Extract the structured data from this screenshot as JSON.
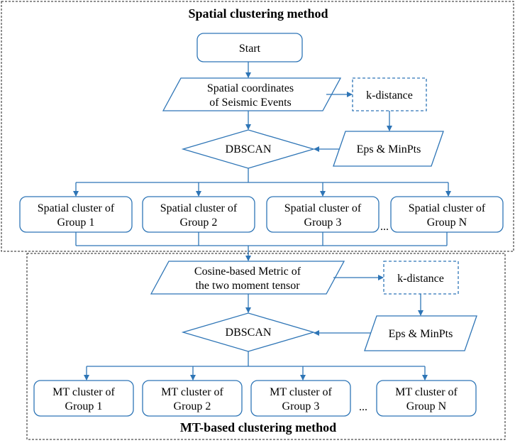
{
  "sections": {
    "spatial_title": "Spatial clustering method",
    "mt_title": "MT-based clustering method"
  },
  "spatial": {
    "start": "Start",
    "coords": [
      "Spatial coordinates",
      "of Seismic Events"
    ],
    "kdistance": "k-distance",
    "dbscan": "DBSCAN",
    "eps": "Eps & MinPts",
    "clusters": [
      [
        "Spatial cluster of",
        "Group 1"
      ],
      [
        "Spatial cluster of",
        "Group 2"
      ],
      [
        "Spatial cluster of",
        "Group 3"
      ],
      [
        "Spatial cluster of",
        "Group N"
      ]
    ],
    "ellipsis": "..."
  },
  "mt": {
    "metric": [
      "Cosine-based Metric of",
      "the two moment tensor"
    ],
    "kdistance": "k-distance",
    "dbscan": "DBSCAN",
    "eps": "Eps & MinPts",
    "clusters": [
      [
        "MT cluster of",
        "Group 1"
      ],
      [
        "MT cluster of",
        "Group 2"
      ],
      [
        "MT cluster of",
        "Group 3"
      ],
      [
        "MT cluster of",
        "Group N"
      ]
    ],
    "ellipsis": "..."
  },
  "colors": {
    "accent": "#2e75b6",
    "frame": "#222222"
  }
}
